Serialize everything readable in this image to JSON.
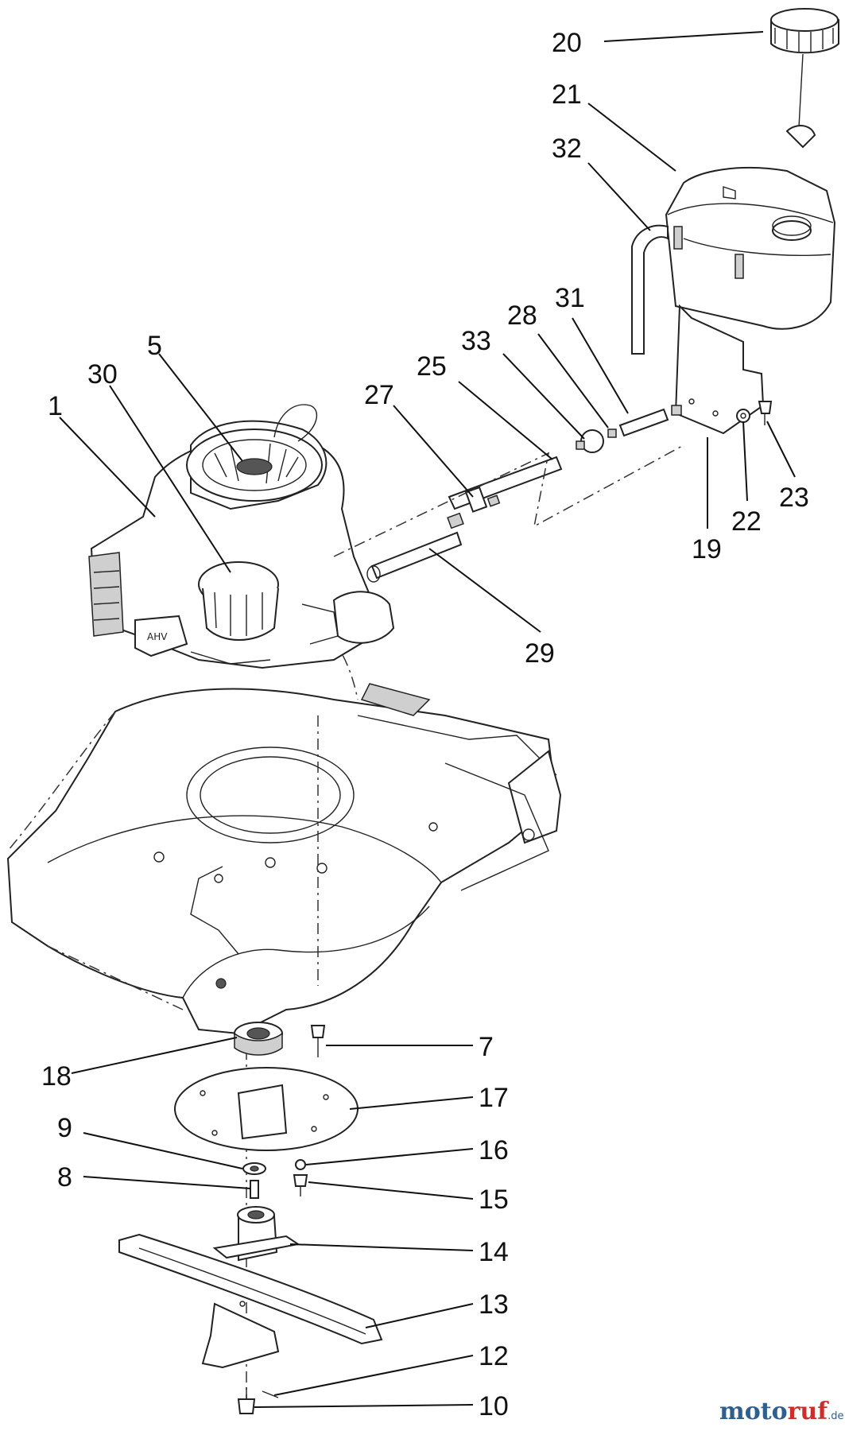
{
  "callouts": [
    "20",
    "21",
    "32",
    "31",
    "28",
    "33",
    "25",
    "27",
    "5",
    "30",
    "1",
    "19",
    "22",
    "23",
    "29",
    "7",
    "18",
    "17",
    "9",
    "16",
    "8",
    "15",
    "14",
    "13",
    "12",
    "10"
  ],
  "watermark": {
    "part1": "moto",
    "part2": "ruf",
    "part3": ".de"
  },
  "colors": {
    "line": "#111111",
    "watermark_blue": "#2f5f8f",
    "watermark_red": "#c9302c"
  }
}
